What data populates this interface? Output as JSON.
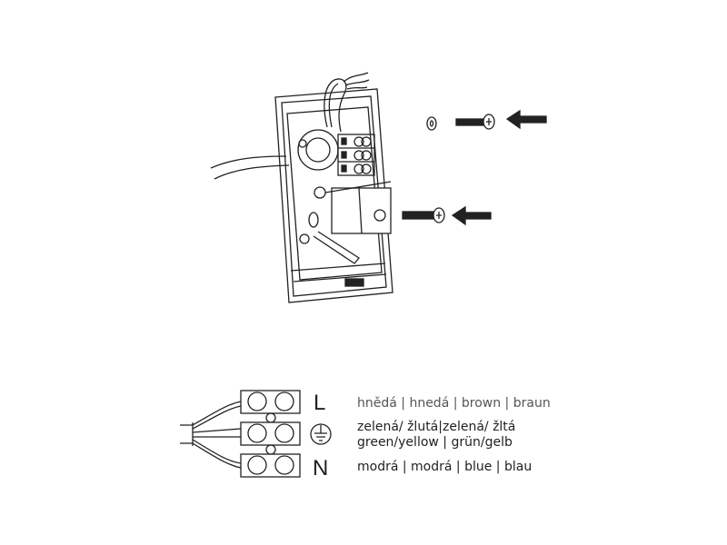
{
  "terminals": [
    {
      "symbol": "L",
      "text": "hnědá | hnedá | brown | braun"
    },
    {
      "symbol": "earth-icon",
      "text": "zelená/ žlutá|zelená/ žltá",
      "text2": "green/yellow | grün/gelb"
    },
    {
      "symbol": "N",
      "text": "modrá | modrá | blue | blau"
    }
  ],
  "colors": {
    "line": "#222222",
    "text_first": "#555555"
  }
}
